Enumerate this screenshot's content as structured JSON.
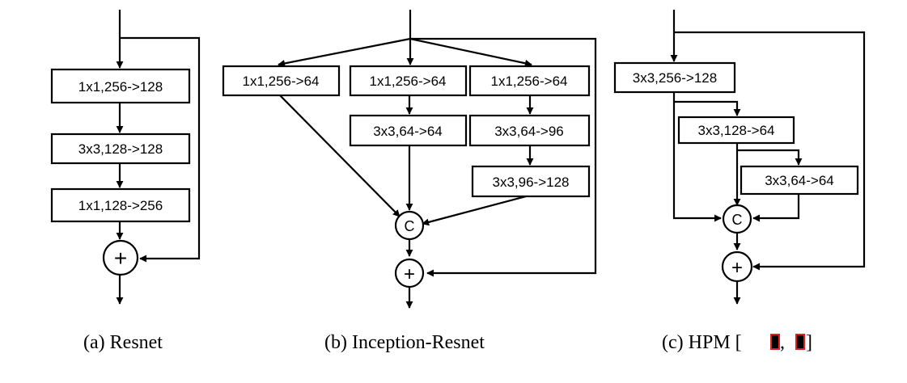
{
  "panels": {
    "a": {
      "caption": "(a) Resnet",
      "boxes": [
        "1x1,256->128",
        "3x3,128->128",
        "1x1,128->256"
      ],
      "add_symbol": "+"
    },
    "b": {
      "caption": "(b) Inception-Resnet",
      "boxes": [
        "1x1,256->64",
        "1x1,256->64",
        "1x1,256->64",
        "3x3,64->64",
        "3x3,64->96",
        "3x3,96->128"
      ],
      "concat_symbol": "C",
      "add_symbol": "+"
    },
    "c": {
      "caption_prefix": "(c) HPM [",
      "caption_sep": ", ",
      "caption_suffix": "]",
      "boxes": [
        "3x3,256->128",
        "3x3,128->64",
        "3x3,64->64"
      ],
      "concat_symbol": "C",
      "add_symbol": "+"
    }
  },
  "colors": {
    "ref_marker_border": "#e02020"
  }
}
